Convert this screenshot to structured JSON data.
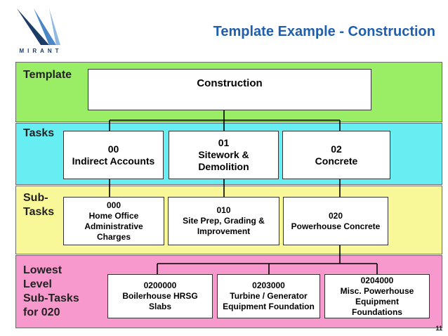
{
  "header": {
    "title": "Template Example - Construction",
    "logo_text": "MIRANT"
  },
  "colors": {
    "title": "#1f5fae",
    "band_template": "#99ee66",
    "band_tasks": "#66eef2",
    "band_subtasks": "#f8f899",
    "band_lowest": "#f799cc"
  },
  "bands": [
    {
      "label": "Template"
    },
    {
      "label": "Tasks"
    },
    {
      "label": "Sub-\nTasks"
    },
    {
      "label": "Lowest\nLevel\nSub-Tasks\nfor 020"
    }
  ],
  "nodes": {
    "root": "Construction",
    "tasks": [
      "00\nIndirect Accounts",
      "01\nSitework &\nDemolition",
      "02\nConcrete"
    ],
    "subtasks": [
      "000\nHome Office\nAdministrative\nCharges",
      "010\nSite Prep, Grading &\nImprovement",
      "020\nPowerhouse Concrete"
    ],
    "lowest": [
      "0200000\nBoilerhouse HRSG\nSlabs",
      "0203000\nTurbine / Generator\nEquipment Foundation",
      "0204000\nMisc. Powerhouse\nEquipment\nFoundations"
    ]
  },
  "footer": {
    "slide_number": "11"
  }
}
